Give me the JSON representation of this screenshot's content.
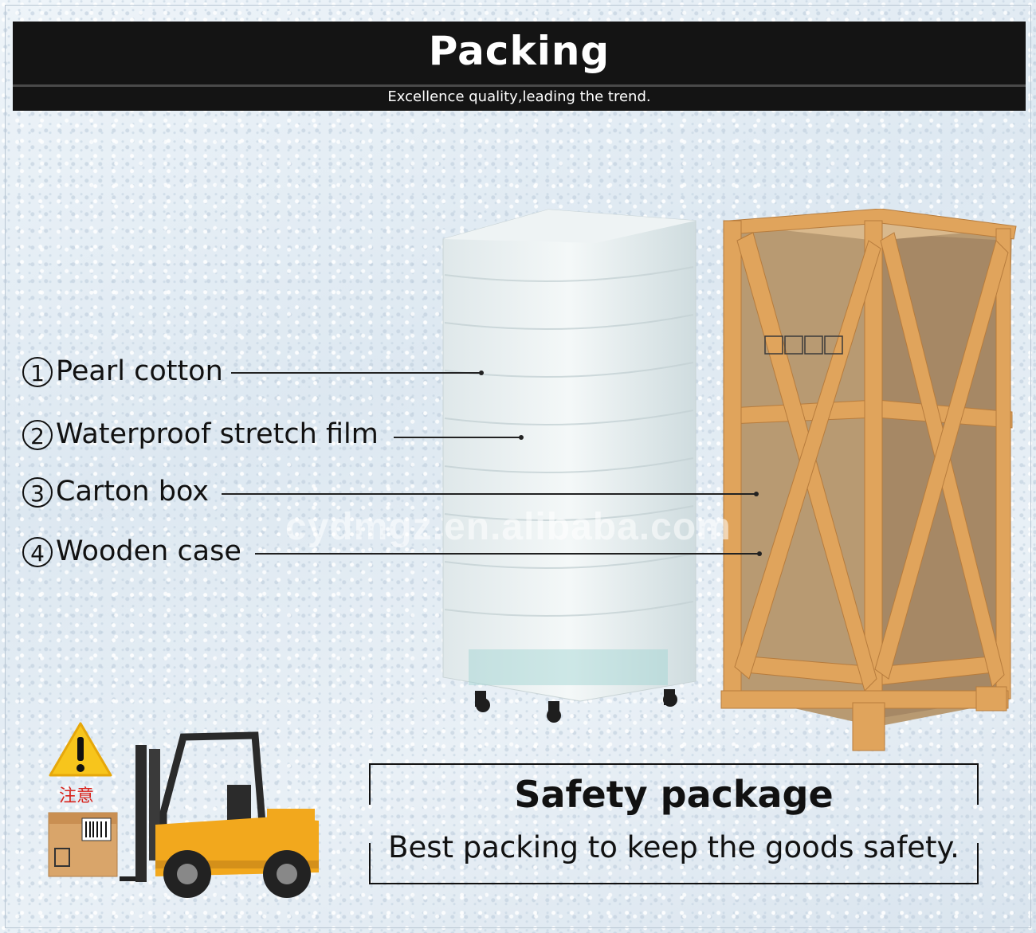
{
  "header": {
    "title": "Packing",
    "subtitle": "Excellence quality,leading the trend."
  },
  "items": [
    {
      "num": "1",
      "label": "Pearl cotton"
    },
    {
      "num": "2",
      "label": "Waterproof stretch film"
    },
    {
      "num": "3",
      "label": "Carton box"
    },
    {
      "num": "4",
      "label": "Wooden case"
    }
  ],
  "watermark": "cydmgz.en.alibaba.com",
  "warning": {
    "label": "注意"
  },
  "safety": {
    "title": "Safety package",
    "subtitle": "Best packing to keep the goods safety."
  },
  "colors": {
    "header_bg": "#141414",
    "wood": "#e0a45c",
    "carton": "#b89a72",
    "forklift": "#f2a81d"
  }
}
